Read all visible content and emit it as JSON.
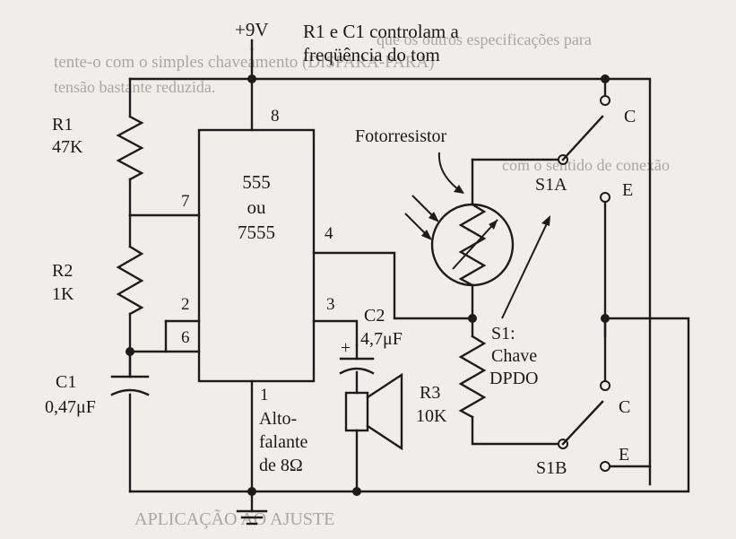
{
  "caption": {
    "supply": "+9V",
    "note_line1": "R1 e C1 controlam a",
    "note_line2": "freqüência do tom"
  },
  "ic": {
    "line1": "555",
    "line2": "ou",
    "line3": "7555",
    "pins": {
      "p8": "8",
      "p7": "7",
      "p4": "4",
      "p2": "2",
      "p6": "6",
      "p3": "3",
      "p1": "1"
    }
  },
  "components": {
    "r1_name": "R1",
    "r1_value": "47K",
    "r2_name": "R2",
    "r2_value": "1K",
    "c1_name": "C1",
    "c1_value": "0,47μF",
    "c2_name": "C2",
    "c2_value": "4,7μF",
    "c2_plus": "+",
    "r3_name": "R3",
    "r3_value": "10K",
    "photoresistor": "Fotorresistor",
    "speaker_line1": "Alto-",
    "speaker_line2": "falante",
    "speaker_line3": "de 8Ω",
    "s1_line1": "S1:",
    "s1_line2": "Chave",
    "s1_line3": "DPDO",
    "s1a": "S1A",
    "s1b": "S1B",
    "c_top": "C",
    "e_top": "E",
    "c_bottom": "C",
    "e_bottom": "E"
  },
  "background_text": {
    "row1": "tente-o com o simples chaveamento (DISPARA-PARA)",
    "row2": "que os outros especificações para",
    "row3": "tensão bastante reduzida.",
    "row4": "com o sentido de conexão",
    "bottom": "APLICAÇÃO AO AJUSTE"
  }
}
